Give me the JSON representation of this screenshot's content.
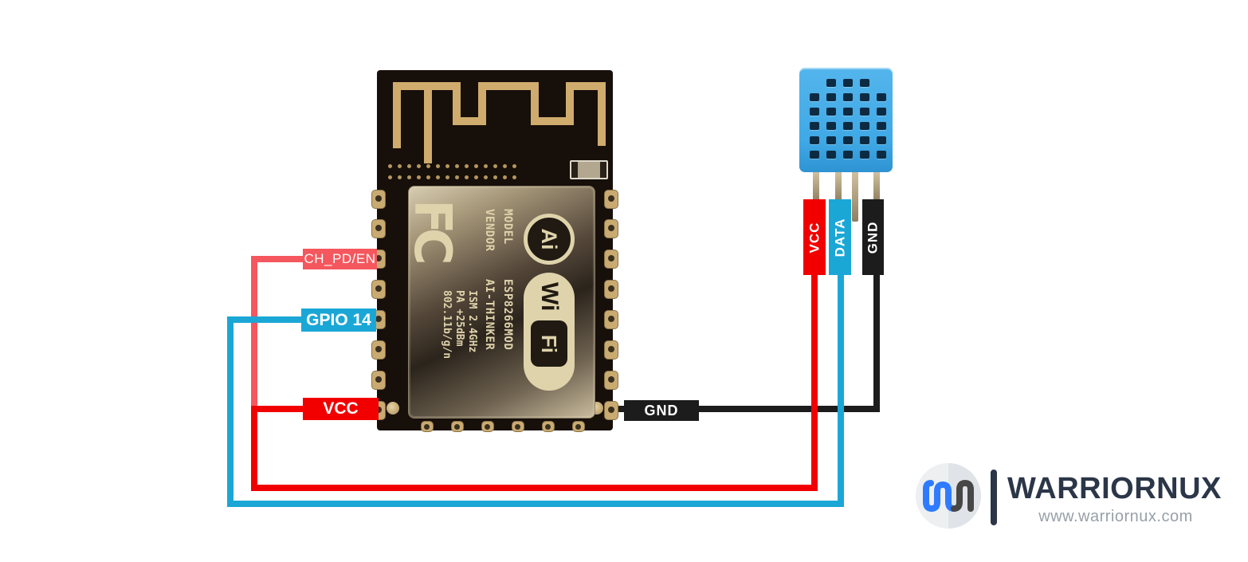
{
  "esp8266": {
    "shield": {
      "fcc_logo": "FC",
      "ism": "ISM 2.4GHz",
      "pa": "PA +25dBm",
      "standard": "802.11b/g/n",
      "model_label": "MODEL",
      "model_value": "ESP8266MOD",
      "vendor_label": "VENDOR",
      "vendor_value": "AI-THINKER",
      "ai_logo": "Ai",
      "wifi_wi": "Wi",
      "wifi_fi": "Fi"
    },
    "pin_labels": {
      "ch_pd_en": "CH_PD/EN",
      "gpio14": "GPIO 14",
      "vcc": "VCC",
      "gnd": "GND"
    }
  },
  "dht11": {
    "pin_labels": {
      "vcc": "VCC",
      "data": "DATA",
      "gnd": "GND"
    }
  },
  "wire_colors": {
    "power": "#f20000",
    "enable": "#f4575d",
    "data": "#1ba7d6",
    "ground": "#1c1c1c"
  },
  "branding": {
    "name": "WARRIORNUX",
    "website": "www.warriornux.com"
  }
}
